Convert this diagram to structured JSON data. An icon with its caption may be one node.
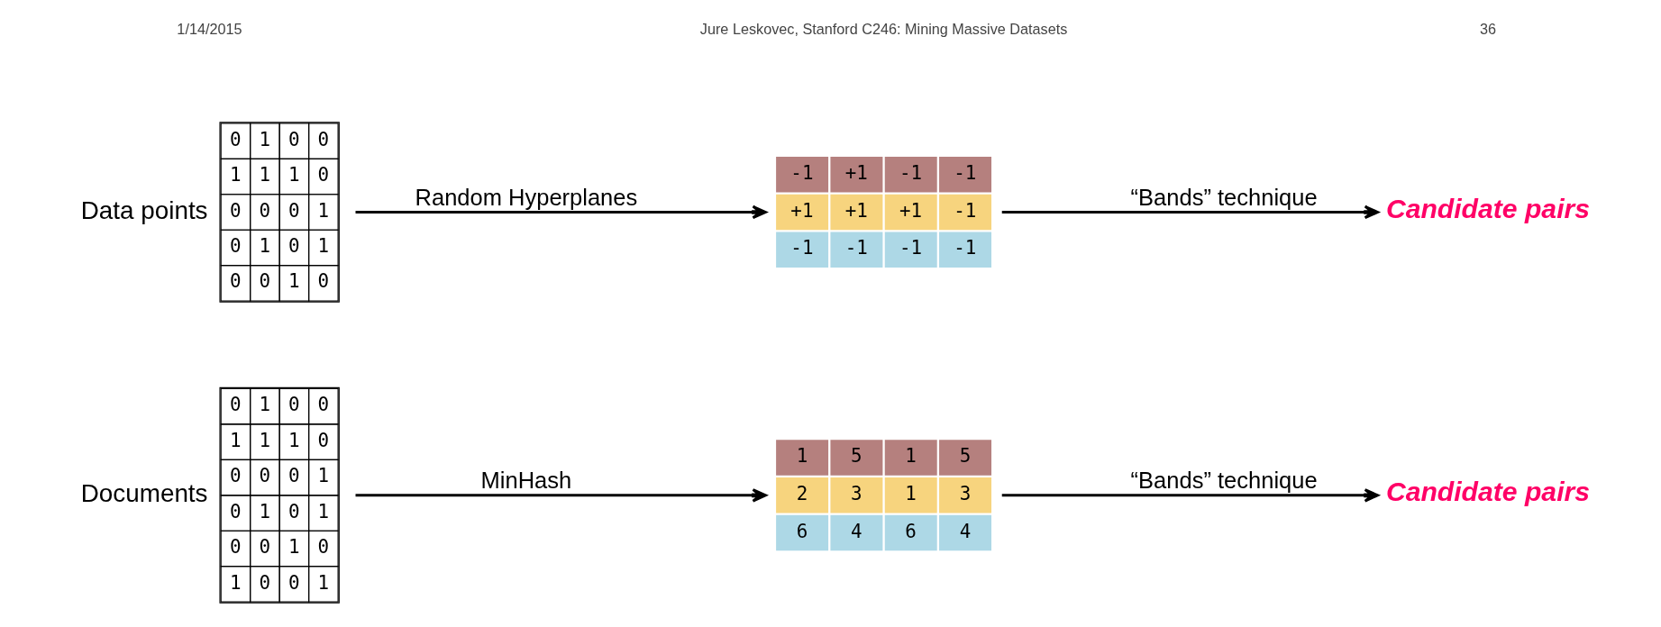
{
  "diagram": {
    "nodes": [
      {
        "text": [
          "0",
          "1",
          "0",
          "0",
          "1",
          "1",
          "1",
          "0",
          "0",
          "0",
          "0",
          "1",
          "0",
          "1",
          "0",
          "1",
          "0",
          "0",
          "1",
          "0",
          "1",
          "0",
          "0",
          "1"
        ],
        "beside": [
          "Documents"
        ]
      },
      {
        "text": [
          "1",
          "5",
          "1",
          "5",
          "2",
          "3",
          "1",
          "3",
          "6",
          "4",
          "6",
          "4"
        ]
      },
      {
        "text": [
          "Candidate pairs"
        ]
      },
      {
        "text": [
          "0",
          "1",
          "0",
          "0",
          "1",
          "1",
          "1",
          "0",
          "0",
          "0",
          "0",
          "1",
          "0",
          "1",
          "0",
          "1",
          "0",
          "0",
          "1",
          "0"
        ],
        "beside": [
          "Data points"
        ]
      },
      {
        "text": [
          "-1",
          "+1",
          "-1",
          "-1",
          "+1",
          "+1",
          "+1",
          "-1",
          "-1",
          "-1",
          "-1",
          "-1"
        ]
      },
      {
        "text": [
          "Candidate pairs"
        ]
      }
    ],
    "edges": [
      {
        "from": 0,
        "to": 1,
        "arrow": "to",
        "label": "MinHash"
      },
      {
        "from": 1,
        "to": 2,
        "arrow": "to",
        "label": "“Bands” technique"
      },
      {
        "from": 3,
        "to": 4,
        "arrow": "to",
        "label": "Random Hyperplanes"
      },
      {
        "from": 4,
        "to": 5,
        "arrow": "to",
        "label": "“Bands” technique"
      }
    ],
    "labels": [
      "1/14/2015",
      "Jure Leskovec, Stanford C246: Mining Massive Datasets",
      "36"
    ]
  }
}
